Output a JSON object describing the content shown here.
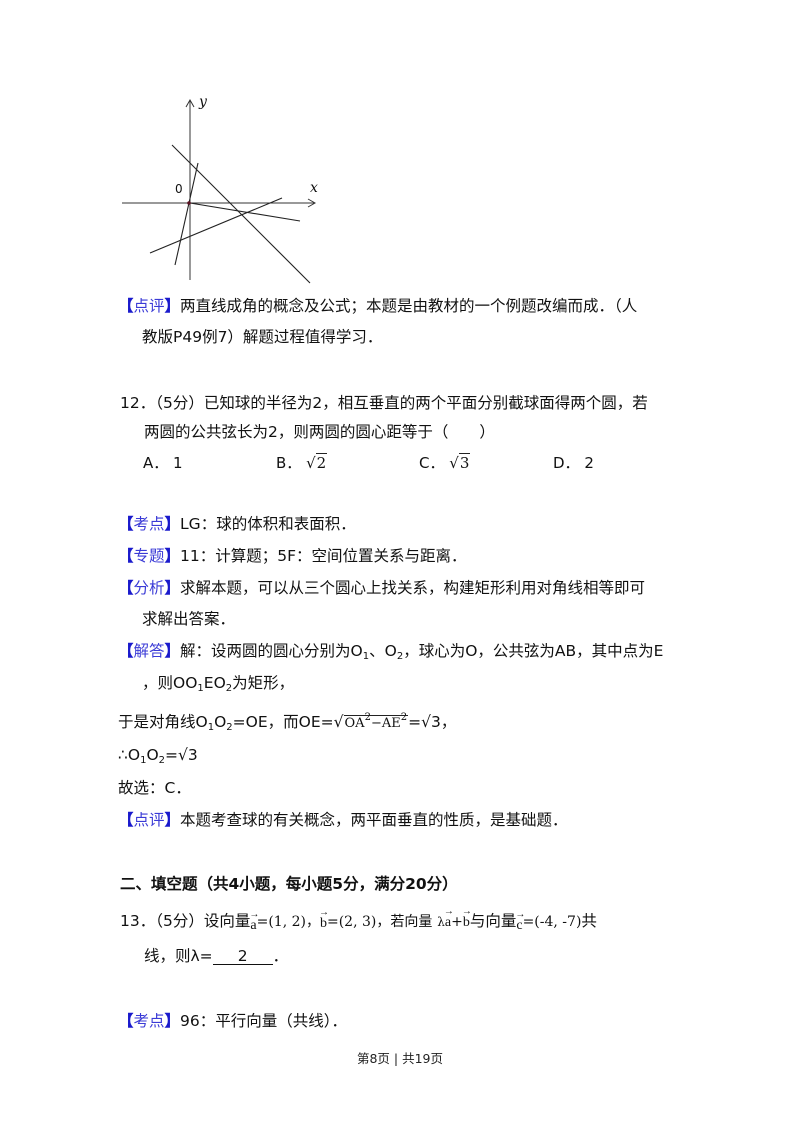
{
  "figure": {
    "x_label": "x",
    "y_label": "y",
    "origin_label": "0"
  },
  "q11_review": {
    "tag": "点评",
    "line1": "两直线成角的概念及公式；本题是由教材的一个例题改编而成．（人",
    "line2": "教版P49例7）解题过程值得学习．"
  },
  "q12": {
    "number": "12．",
    "score": "（5分）",
    "text_line1": "已知球的半径为2，相互垂直的两个平面分别截球面得两个圆，若",
    "text_line2": "两圆的公共弦长为2，则两圆的圆心距等于（　　）",
    "options": [
      {
        "label": "A．",
        "value": "1"
      },
      {
        "label": "B．",
        "value": "√2",
        "radicand": "2"
      },
      {
        "label": "C．",
        "value": "√3",
        "radicand": "3"
      },
      {
        "label": "D．",
        "value": "2"
      }
    ],
    "kaodian": {
      "tag": "考点",
      "text": "LG：球的体积和表面积．"
    },
    "zhuanti": {
      "tag": "专题",
      "text": "11：计算题；5F：空间位置关系与距离．"
    },
    "fenxi": {
      "tag": "分析",
      "line1": "求解本题，可以从三个圆心上找关系，构建矩形利用对角线相等即可",
      "line2": "求解出答案．"
    },
    "jieda": {
      "tag": "解答",
      "line1_prefix": "解：设两圆的圆心分别为O",
      "line1_mid1": "、O",
      "line1_mid2": "，球心为O，公共弦为AB，其中点为E",
      "line2_prefix": "，则OO",
      "line2_mid": "EO",
      "line2_suffix": "为矩形，",
      "line3_prefix": "于是对角线O",
      "line3_mid": "O",
      "line3_eq": "=OE，而OE=",
      "line3_radicand": "OA",
      "line3_radicand2": "−AE",
      "line3_result": "=√3，",
      "line4_prefix": "∴O",
      "line4_mid": "O",
      "line4_eq": "=√3",
      "line5": "故选：C．",
      "sub1": "1",
      "sub2": "2",
      "sup2": "2"
    },
    "dianping": {
      "tag": "点评",
      "text": "本题考查球的有关概念，两平面垂直的性质，是基础题．"
    }
  },
  "section2": {
    "title": "二、填空题（共4小题，每小题5分，满分20分）"
  },
  "q13": {
    "number": "13．",
    "score": "（5分）",
    "text_a": "设向量",
    "vec_a": "a",
    "val_a": "=(1, 2)，",
    "vec_b": "b",
    "val_b": "=(2, 3)，若向量",
    "lambda": "λ",
    "plus": "+",
    "text_with": "与向量",
    "vec_c": "c",
    "val_c": "=(-4, -7)",
    "text_end": "共",
    "line2_prefix": "线，则λ=",
    "answer": "2",
    "line2_suffix": "．",
    "kaodian": {
      "tag": "考点",
      "text": "96：平行向量（共线）．"
    }
  },
  "footer": {
    "text": "第8页 | 共19页"
  }
}
